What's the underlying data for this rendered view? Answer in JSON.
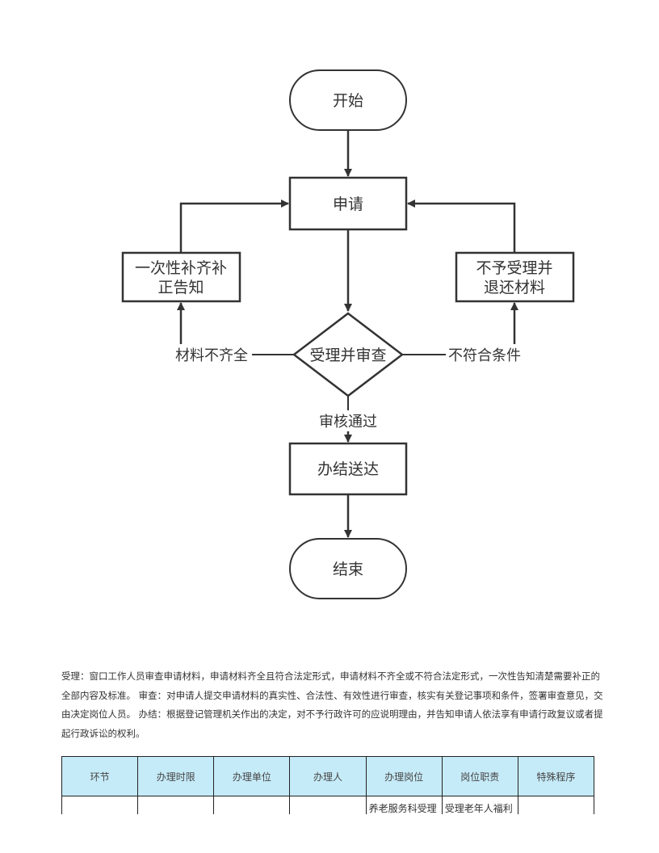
{
  "flowchart": {
    "start": "开始",
    "apply": "申请",
    "supplement_line1": "一次性补齐补",
    "supplement_line2": "正告知",
    "reject_line1": "不予受理并",
    "reject_line2": "退还材料",
    "review": "受理并审查",
    "incomplete": "材料不齐全",
    "noncompliant": "不符合条件",
    "approved": "审核通过",
    "deliver": "办结送达",
    "end": "结束"
  },
  "description": {
    "text": "受理：窗口工作人员审查申请材料，申请材料齐全且符合法定形式，申请材料不齐全或不符合法定形式，一次性告知清楚需要补正的全部内容及标准。 审查：对申请人提交申请材料的真实性、合法性、有效性进行审查，核实有关登记事项和条件，签署审查意见，交由决定岗位人员。 办结：根据登记管理机关作出的决定，对不予行政许可的应说明理由，并告知申请人依法享有申请行政复议或者提起行政诉讼的权利。"
  },
  "table": {
    "headers": [
      "环节",
      "办理时限",
      "办理单位",
      "办理人",
      "办理岗位",
      "岗位职责",
      "特殊程序"
    ],
    "rows": [
      [
        "",
        "",
        "",
        "",
        "养老服务科受理",
        "受理老年人福利",
        ""
      ]
    ]
  }
}
